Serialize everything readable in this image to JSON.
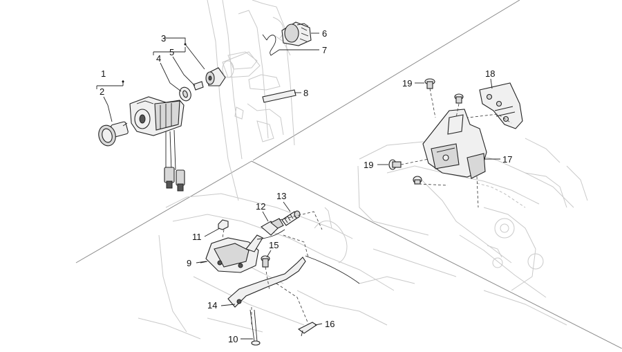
{
  "callouts": [
    {
      "id": "c1",
      "label": "1"
    },
    {
      "id": "c2",
      "label": "2"
    },
    {
      "id": "c3",
      "label": "3"
    },
    {
      "id": "c4",
      "label": "4"
    },
    {
      "id": "c5",
      "label": "5"
    },
    {
      "id": "c6",
      "label": "6"
    },
    {
      "id": "c7",
      "label": "7"
    },
    {
      "id": "c8",
      "label": "8"
    },
    {
      "id": "c9",
      "label": "9"
    },
    {
      "id": "c10",
      "label": "10"
    },
    {
      "id": "c11",
      "label": "11"
    },
    {
      "id": "c12",
      "label": "12"
    },
    {
      "id": "c13",
      "label": "13"
    },
    {
      "id": "c14",
      "label": "14"
    },
    {
      "id": "c15",
      "label": "15"
    },
    {
      "id": "c16",
      "label": "16"
    },
    {
      "id": "c17",
      "label": "17"
    },
    {
      "id": "c18",
      "label": "18"
    },
    {
      "id": "c19a",
      "label": "19"
    },
    {
      "id": "c19b",
      "label": "19"
    }
  ]
}
